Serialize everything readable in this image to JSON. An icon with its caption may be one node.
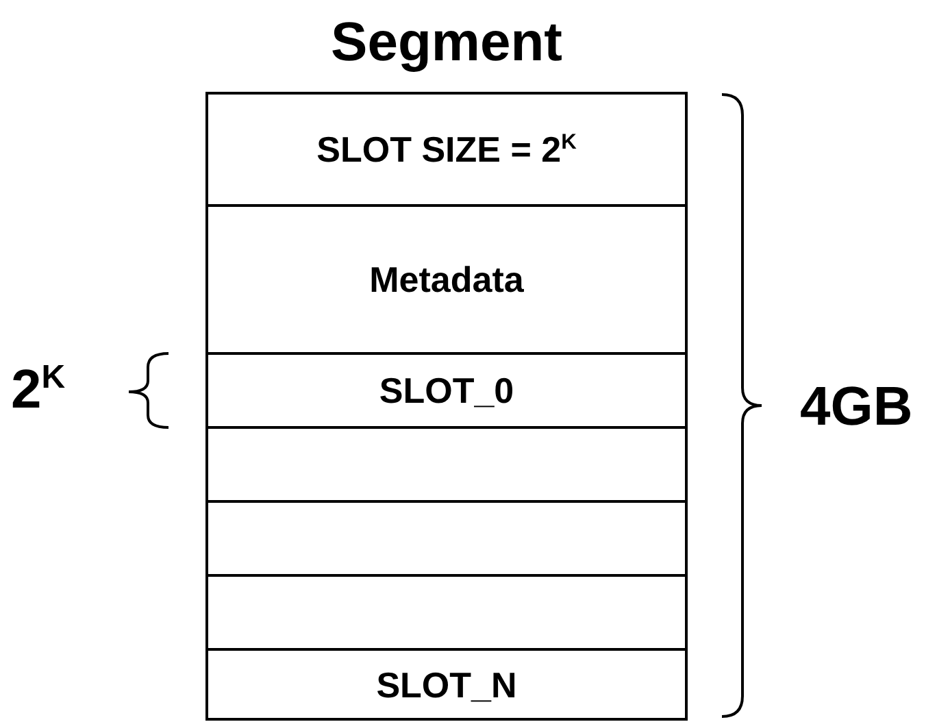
{
  "diagram": {
    "nodes": [
      {
        "text": [
          "Segment"
        ]
      },
      {
        "text": [
          "SLOT SIZE = 2$^{K}$"
        ],
        "in": 0
      },
      {
        "text": [
          "Metadata"
        ],
        "in": 0
      },
      {
        "text": [
          "SLOT_0"
        ],
        "in": 0
      },
      {
        "text": [],
        "shape": "box",
        "in": 0
      },
      {
        "text": [],
        "shape": "box",
        "in": 0
      },
      {
        "text": [],
        "shape": "box",
        "in": 0
      },
      {
        "text": [
          "SLOT_N"
        ],
        "in": 0
      }
    ],
    "edges": [],
    "labels": [
      "2$^{K}$",
      "4GB"
    ]
  }
}
